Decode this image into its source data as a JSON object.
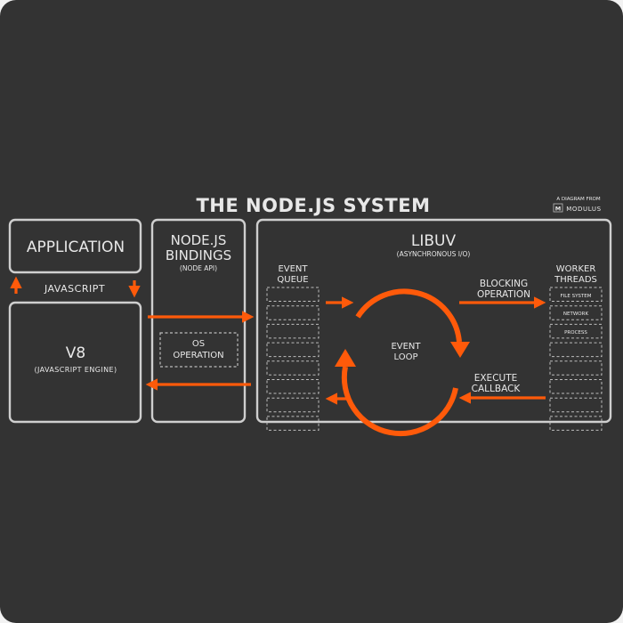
{
  "title": "THE NODE.JS SYSTEM",
  "credit": {
    "line1": "A DIAGRAM FROM",
    "brand": "MODULUS",
    "badge": "M"
  },
  "application": {
    "label": "APPLICATION"
  },
  "javascript": {
    "label": "JAVASCRIPT"
  },
  "v8": {
    "label": "V8",
    "sublabel": "(JAVASCRIPT ENGINE)"
  },
  "bindings": {
    "line1": "NODE.JS",
    "line2": "BINDINGS",
    "sublabel": "(NODE API)",
    "os_line1": "OS",
    "os_line2": "OPERATION"
  },
  "libuv": {
    "title": "LIBUV",
    "sublabel": "(ASYNCHRONOUS I/O)",
    "event_queue_line1": "EVENT",
    "event_queue_line2": "QUEUE",
    "event_loop_line1": "EVENT",
    "event_loop_line2": "LOOP",
    "blocking_line1": "BLOCKING",
    "blocking_line2": "OPERATION",
    "execute_line1": "EXECUTE",
    "execute_line2": "CALLBACK",
    "worker_line1": "WORKER",
    "worker_line2": "THREADS",
    "workers": [
      "FILE SYSTEM",
      "NETWORK",
      "PROCESS"
    ]
  },
  "colors": {
    "background": "#333333",
    "accent": "#ff5a0a",
    "stroke": "#cfcfcf"
  }
}
